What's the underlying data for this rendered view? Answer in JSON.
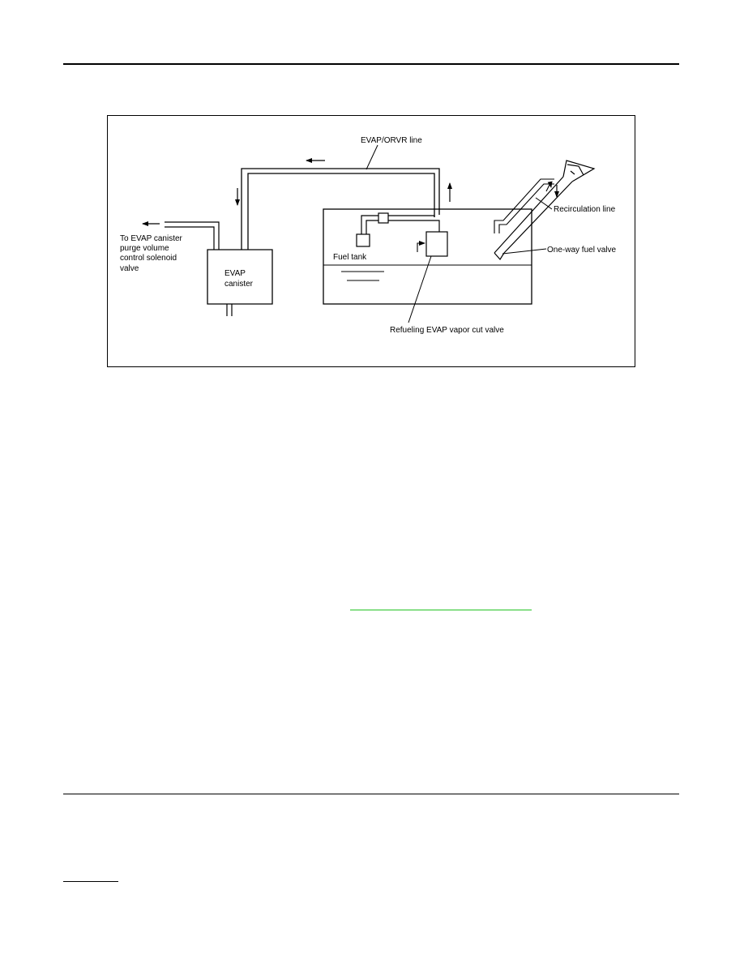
{
  "diagram": {
    "labels": {
      "evap_orvr_line": "EVAP/ORVR line",
      "to_canister_line1": "To EVAP canister",
      "to_canister_line2": "purge volume",
      "to_canister_line3": "control solenoid",
      "to_canister_line4": "valve",
      "evap_canister_line1": "EVAP",
      "evap_canister_line2": "canister",
      "fuel_tank": "Fuel tank",
      "recirculation_line": "Recirculation line",
      "one_way_fuel_valve": "One-way fuel valve",
      "refueling_valve": "Refueling EVAP vapor cut valve"
    }
  },
  "colors": {
    "link_underline": "#22c322",
    "line": "#000000"
  }
}
